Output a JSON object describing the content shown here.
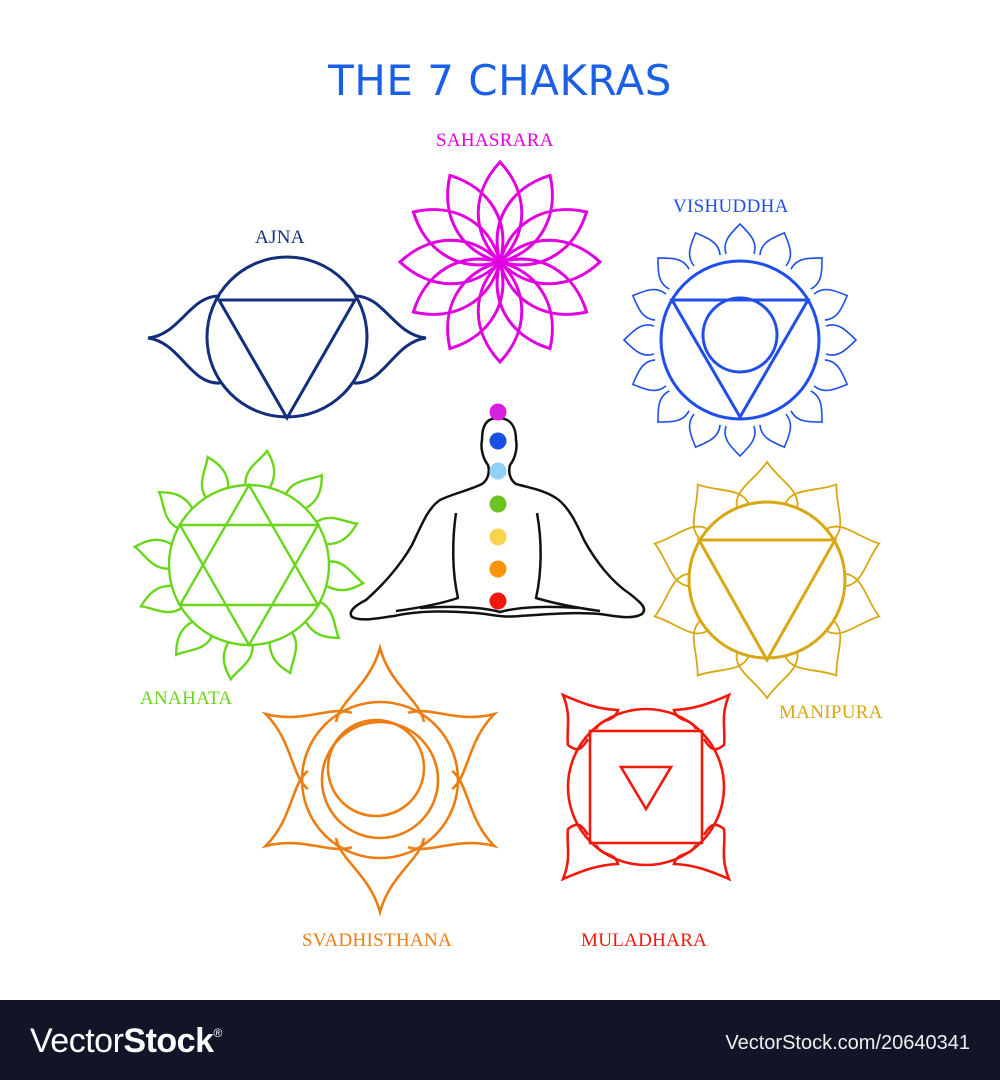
{
  "title": "THE 7 CHAKRAS",
  "chakras": [
    {
      "name": "SAHASRARA",
      "color": "#e000e0"
    },
    {
      "name": "AJNA",
      "color": "#132e7c"
    },
    {
      "name": "VISHUDDHA",
      "color": "#1f4fe8"
    },
    {
      "name": "ANAHATA",
      "color": "#6ad61b"
    },
    {
      "name": "MANIPURA",
      "color": "#d9a712"
    },
    {
      "name": "SVADHISTHANA",
      "color": "#ec7d10"
    },
    {
      "name": "MULADHARA",
      "color": "#f2180c"
    }
  ],
  "figure": {
    "dots": [
      "#d81ee0",
      "#1a4fe3",
      "#8fd1f7",
      "#6cc422",
      "#f9d34c",
      "#fb9407",
      "#f4170e"
    ]
  },
  "footer": {
    "brand_light": "Vector",
    "brand_bold": "Stock",
    "brand_mark": "®",
    "image_id_text": "VectorStock.com/20640341"
  }
}
